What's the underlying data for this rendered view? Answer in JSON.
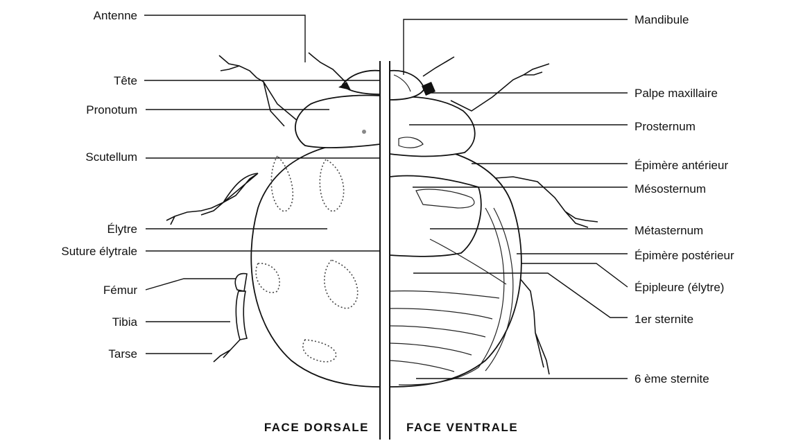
{
  "diagram": {
    "labels_left": {
      "antenne": "Antenne",
      "tete": "Tête",
      "pronotum": "Pronotum",
      "scutellum": "Scutellum",
      "elytre": "Élytre",
      "suture": "Suture élytrale",
      "femur": "Fémur",
      "tibia": "Tibia",
      "tarse": "Tarse"
    },
    "labels_right": {
      "mandibule": "Mandibule",
      "palpe": "Palpe maxillaire",
      "prosternum": "Prosternum",
      "epimere_ant": "Épimère antérieur",
      "mesosternum": "Mésosternum",
      "metasternum": "Métasternum",
      "epimere_post": "Épimère postérieur",
      "epipleure": "Épipleure (élytre)",
      "sternite1": "1er sternite",
      "sternite6": "6 ème sternite"
    },
    "face_dorsale": "FACE DORSALE",
    "face_ventrale": "FACE VENTRALE"
  }
}
